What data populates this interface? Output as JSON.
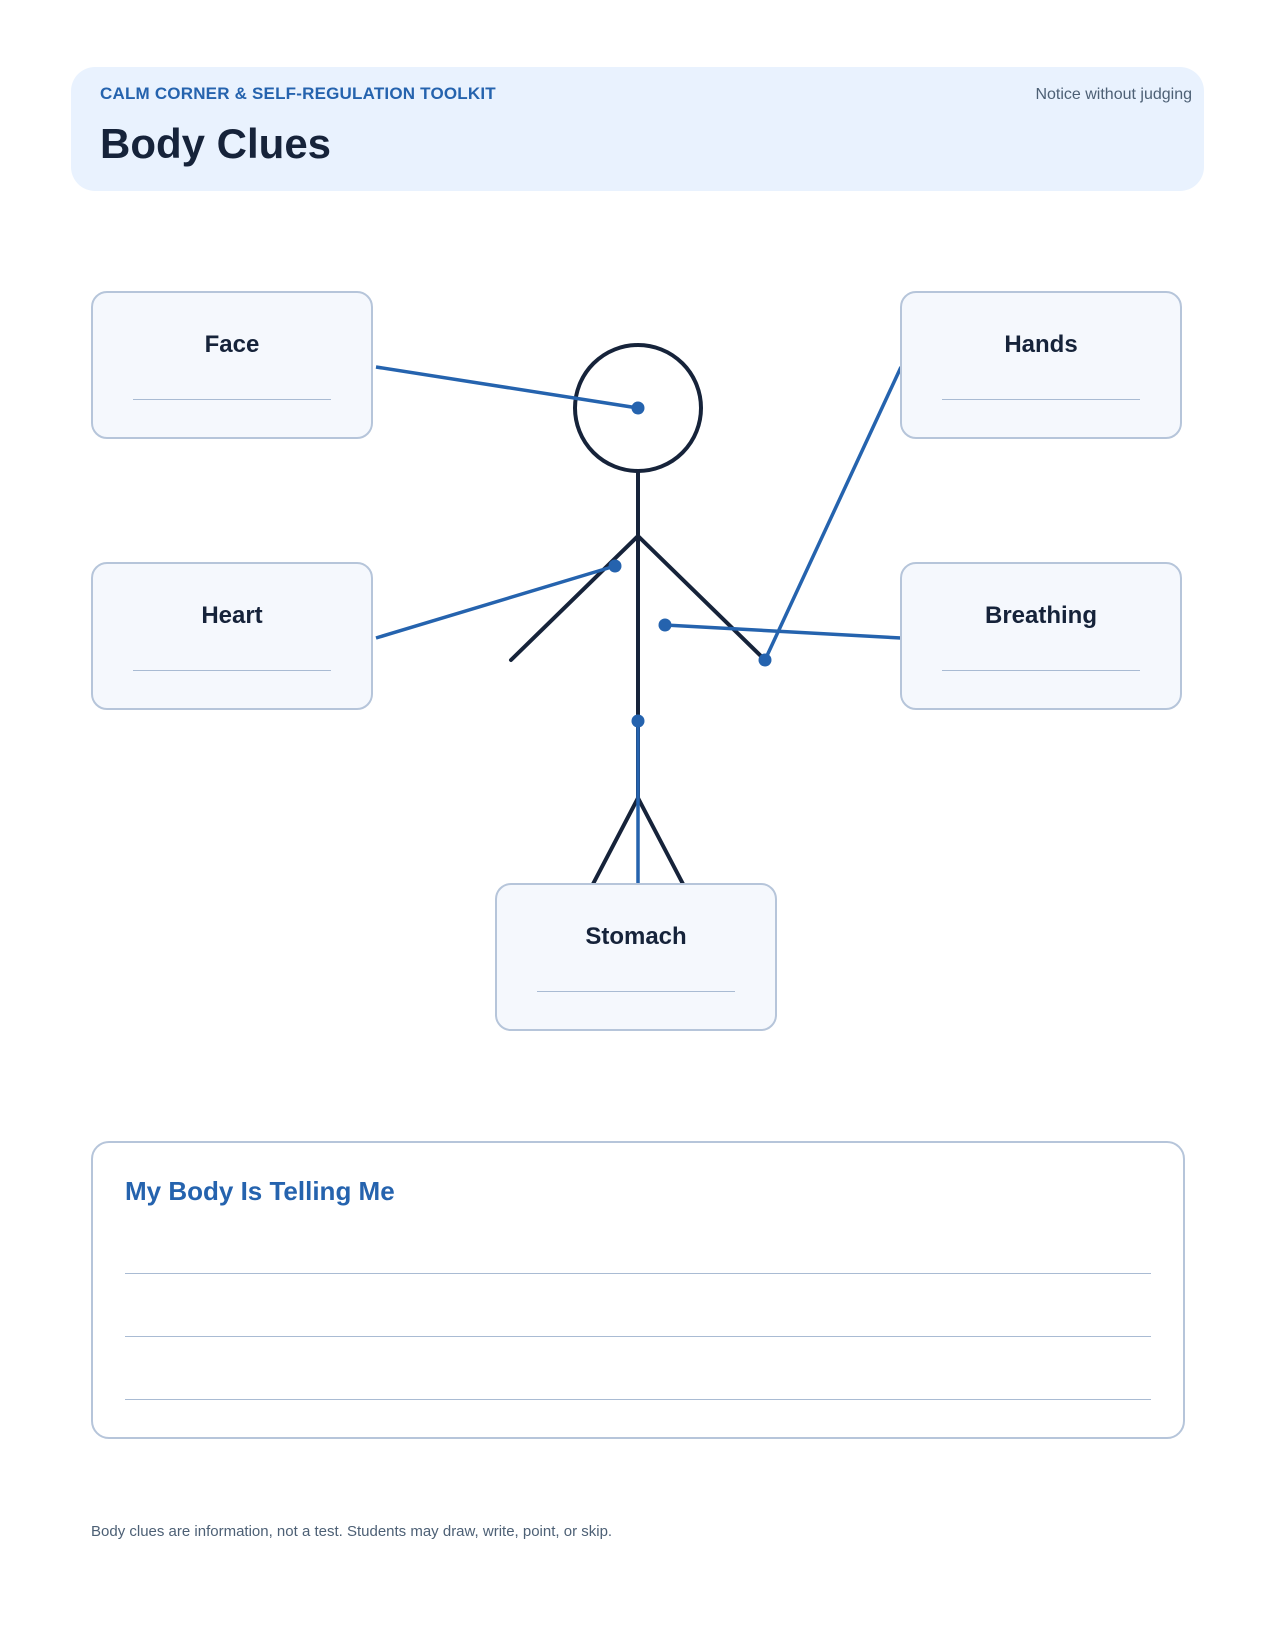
{
  "header": {
    "kicker": "CALM CORNER & SELF-REGULATION TOOLKIT",
    "tagline": "Notice without judging",
    "title": "Body Clues"
  },
  "body_parts": {
    "face": "Face",
    "hands": "Hands",
    "heart": "Heart",
    "breathing": "Breathing",
    "stomach": "Stomach"
  },
  "reflection": {
    "title": "My Body Is Telling Me"
  },
  "footer": {
    "note": "Body clues are information, not a test. Students may draw, write, point, or skip."
  },
  "colors": {
    "accent": "#2563ae",
    "ink": "#16233a",
    "header_bg": "#e9f2fe",
    "box_bg": "#f5f8fd",
    "box_border": "#b6c5da"
  }
}
